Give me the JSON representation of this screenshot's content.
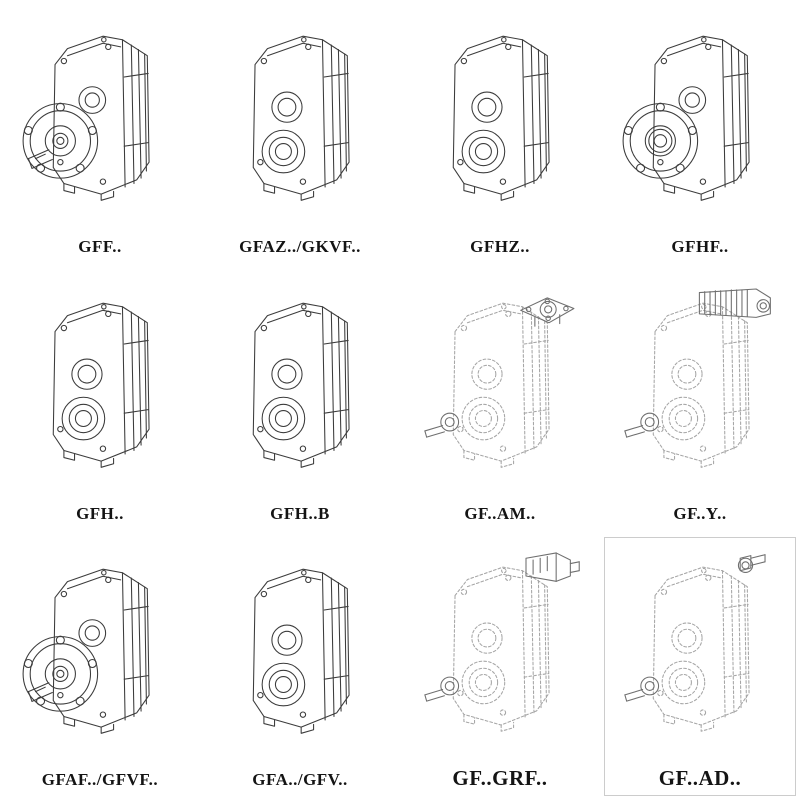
{
  "page": {
    "kind": "gearbox catalog sheet",
    "background": "#ffffff"
  },
  "colors": {
    "solid_line": "#3c3c3c",
    "dashed_line": "#a6a6a6",
    "attachment_line": "#6f6f6f",
    "label_text": "#141414"
  },
  "grid": {
    "rows": 3,
    "cols": 4,
    "items": [
      {
        "label": "GFF..",
        "variant": "flange-shaft",
        "style": "solid",
        "description": "parallel shaft helical gearbox with output flange and solid shaft"
      },
      {
        "label": "GFAZ../GKVF..",
        "variant": "hollow-shaft",
        "style": "solid",
        "description": "shaft mounted gearbox with hollow output shaft"
      },
      {
        "label": "GFHZ..",
        "variant": "hollow-shaft",
        "style": "solid",
        "description": "shaft mounted gearbox with hollow shaft, shrink disc"
      },
      {
        "label": "GFHF..",
        "variant": "flange-hollow",
        "style": "solid",
        "description": "gearbox with output flange and hollow shaft"
      },
      {
        "label": "GFH..",
        "variant": "hollow-shaft",
        "style": "solid",
        "description": "foot mounted gearbox with hollow shaft"
      },
      {
        "label": "GFH..B",
        "variant": "hollow-shaft",
        "style": "solid",
        "description": "foot mounted gearbox with hollow shaft, type B"
      },
      {
        "label": "GF..AM..",
        "variant": "motor-flange",
        "style": "dashed",
        "description": "gearbox with IEC motor adapter flange on input"
      },
      {
        "label": "GF..Y..",
        "variant": "motor",
        "style": "dashed",
        "description": "gearbox with mounted motor"
      },
      {
        "label": "GFAF../GFVF..",
        "variant": "flange-shaft",
        "style": "solid",
        "description": "gearbox with output flange and solid shaft"
      },
      {
        "label": "GFA../GFV..",
        "variant": "hollow-shaft",
        "style": "solid",
        "description": "gearbox with hollow output shaft"
      },
      {
        "label": "GF..GRF..",
        "variant": "gear-adapter",
        "style": "dashed",
        "description": "gearbox with gear unit adapter on input"
      },
      {
        "label": "GF..AD..",
        "variant": "input-shaft-adapter",
        "style": "dashed",
        "description": "gearbox with free input shaft adapter"
      }
    ]
  }
}
